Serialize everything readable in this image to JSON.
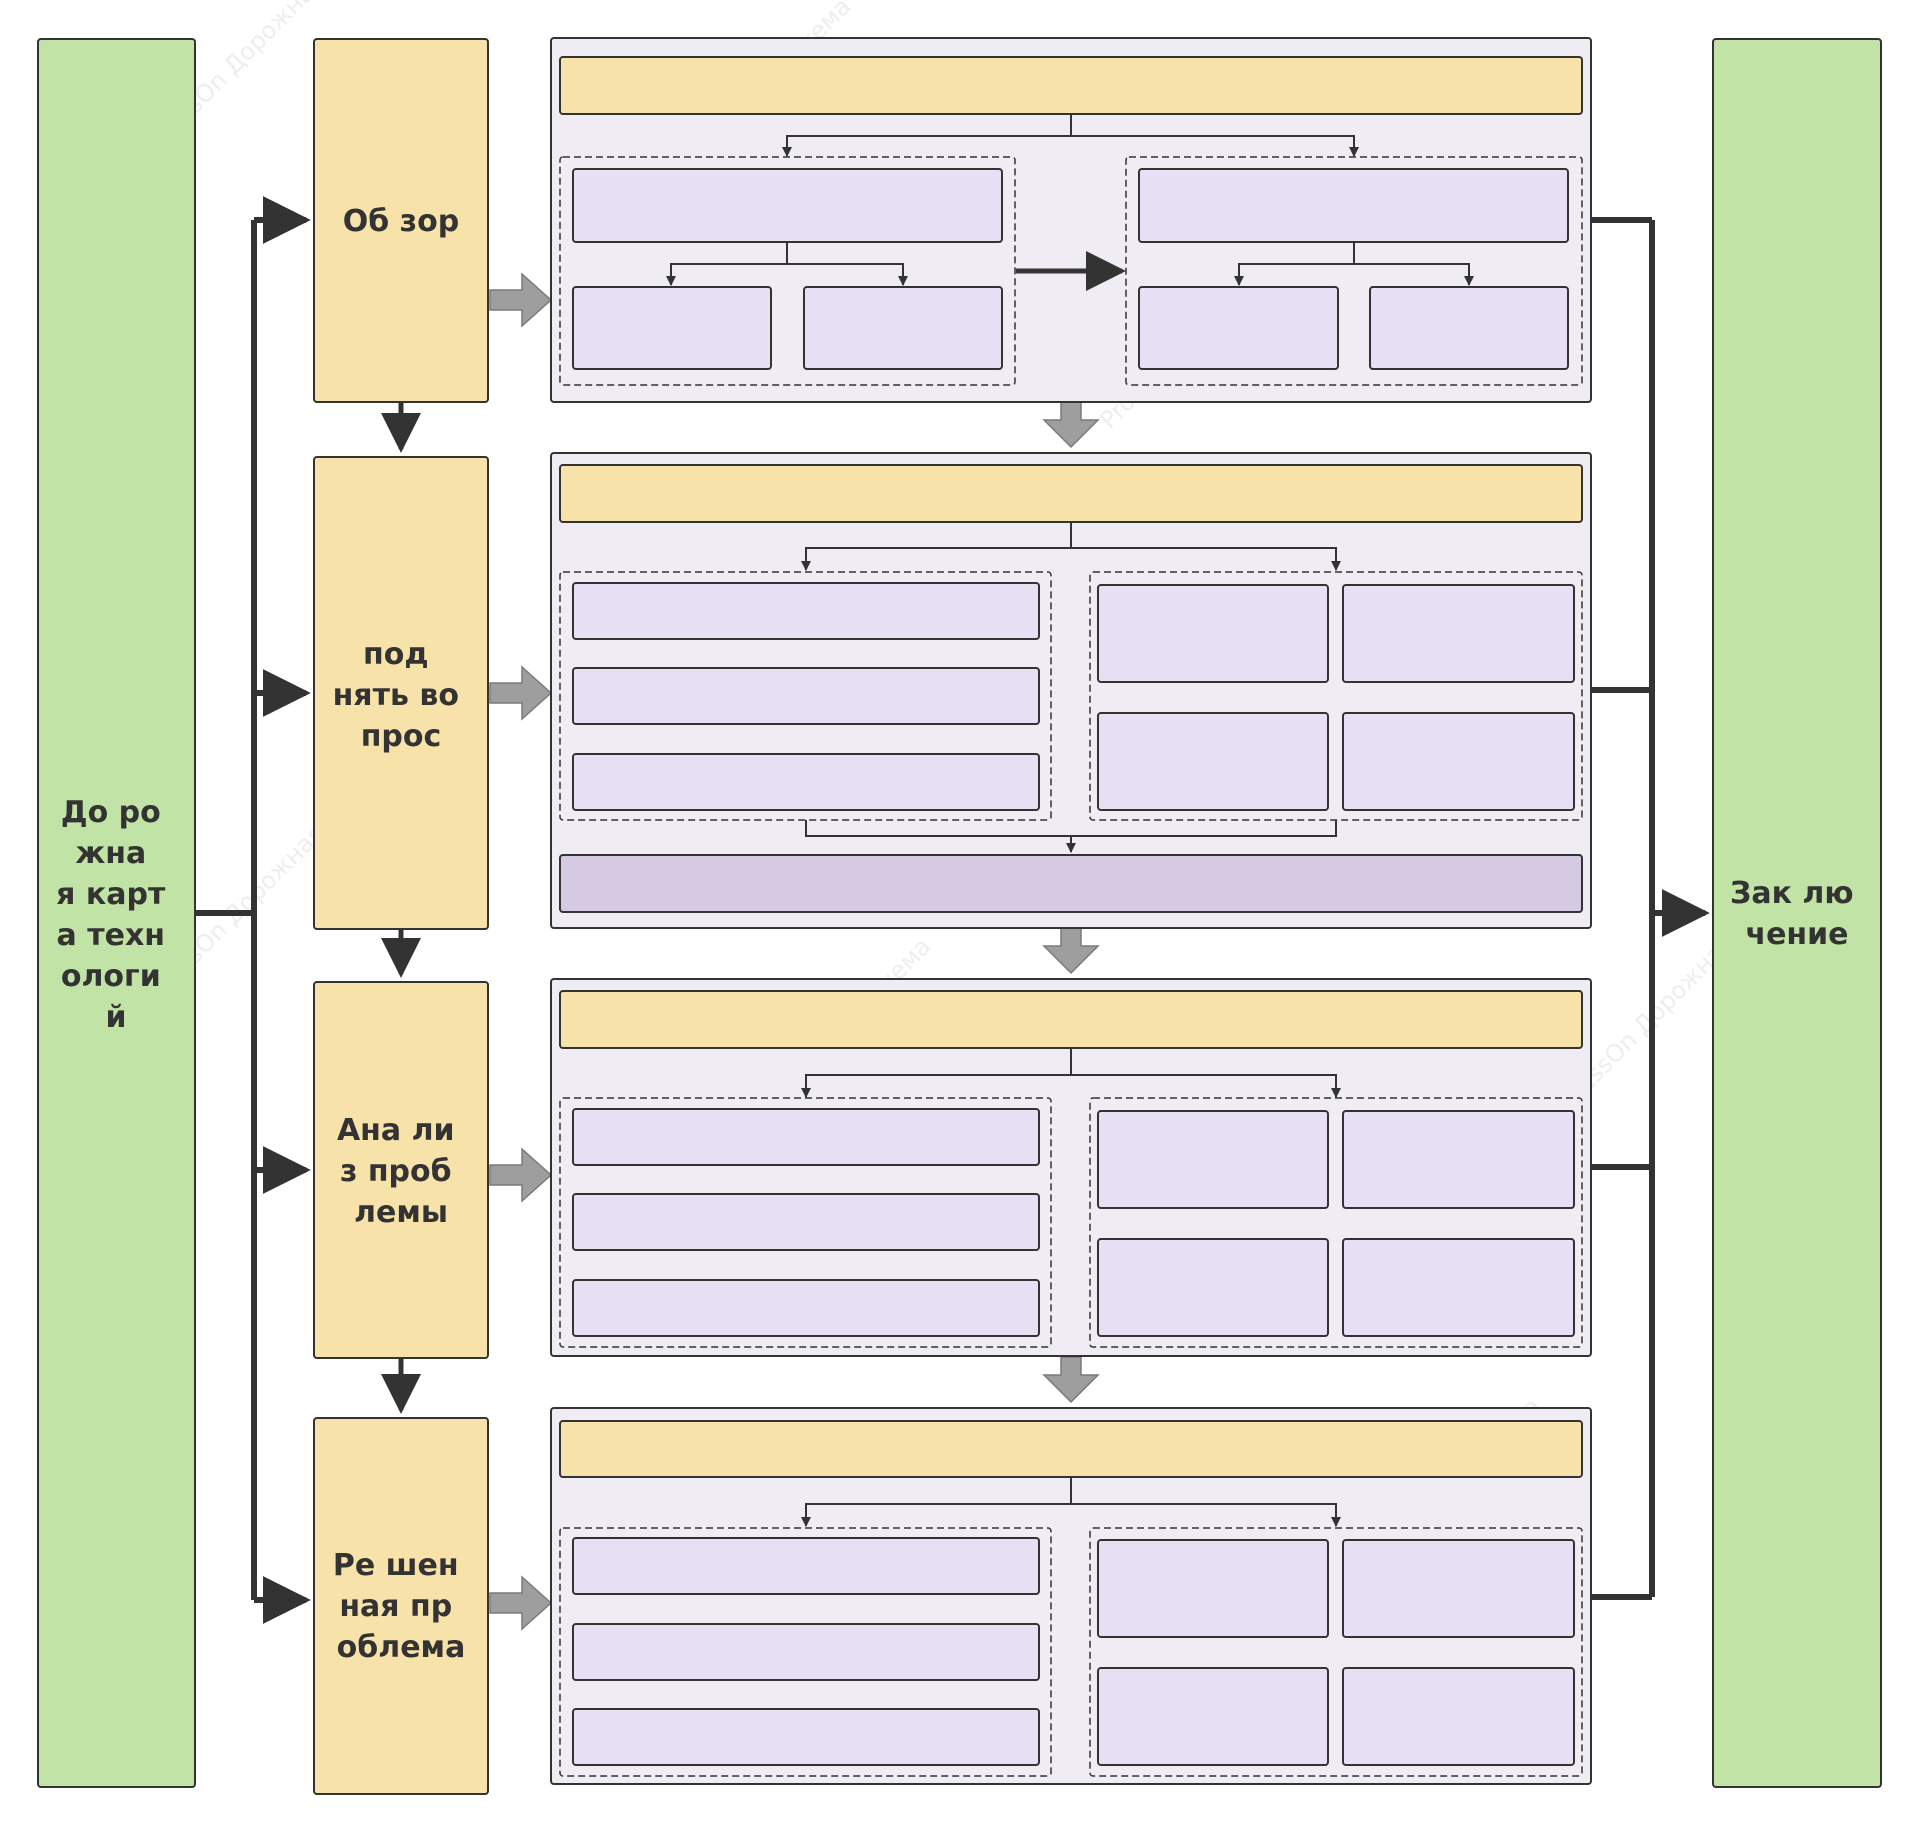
{
  "diagram": {
    "roadmap": {
      "lines": [
        "До ро",
        "жна",
        "я  карт",
        "а  техн",
        "ологи",
        "й"
      ]
    },
    "conclusion": {
      "lines": [
        "Зак лю",
        "чение"
      ]
    },
    "steps": [
      {
        "lines": [
          "Об зор"
        ]
      },
      {
        "lines": [
          "под",
          "нять  во",
          "прос"
        ]
      },
      {
        "lines": [
          "Ана ли",
          "з  проб",
          "лемы"
        ]
      },
      {
        "lines": [
          "Ре шен",
          "ная  пр",
          "облема"
        ]
      }
    ],
    "watermark": "ProcessOn Дорожная блок-схема"
  },
  "colors": {
    "green": "#c1e3a6",
    "yellow": "#f7e3aa",
    "panel": "#efedf3",
    "purple": "#e6e0f5",
    "purple_dark": "#d5cae2",
    "line": "#333333",
    "arrow_gray": "#9e9e9e"
  }
}
